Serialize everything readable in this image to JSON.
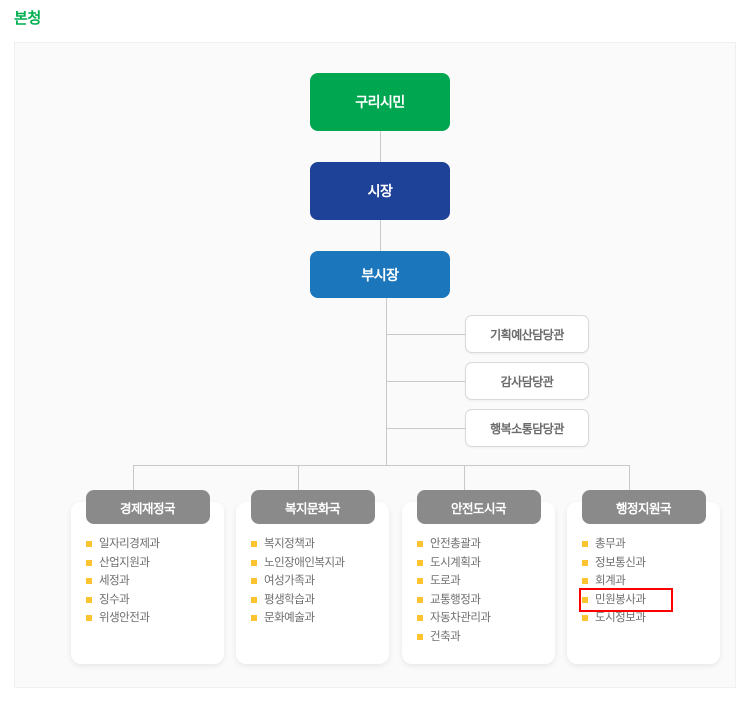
{
  "page": {
    "title": "본청",
    "title_color": "#00b050"
  },
  "colors": {
    "citizen": "#00a650",
    "mayor": "#1e4298",
    "vice_mayor": "#1b76bc",
    "bureau_header": "#8a8a8a",
    "bullet": "#fdc431",
    "highlight": "#ff0000",
    "panel_bg": "#fafafa",
    "connector": "#c9c9c9"
  },
  "hierarchy": {
    "citizen": "구리시민",
    "mayor": "시장",
    "vice_mayor": "부시장"
  },
  "staff_offices": [
    {
      "label": "기획예산담당관"
    },
    {
      "label": "감사담당관"
    },
    {
      "label": "행복소통담당관"
    }
  ],
  "bureaus": [
    {
      "name": "경제재정국",
      "departments": [
        {
          "label": "일자리경제과",
          "highlighted": false
        },
        {
          "label": "산업지원과",
          "highlighted": false
        },
        {
          "label": "세정과",
          "highlighted": false
        },
        {
          "label": "징수과",
          "highlighted": false
        },
        {
          "label": "위생안전과",
          "highlighted": false
        }
      ]
    },
    {
      "name": "복지문화국",
      "departments": [
        {
          "label": "복지정책과",
          "highlighted": false
        },
        {
          "label": "노인장애인복지과",
          "highlighted": false
        },
        {
          "label": "여성가족과",
          "highlighted": false
        },
        {
          "label": "평생학습과",
          "highlighted": false
        },
        {
          "label": "문화예술과",
          "highlighted": false
        }
      ]
    },
    {
      "name": "안전도시국",
      "departments": [
        {
          "label": "안전총괄과",
          "highlighted": false
        },
        {
          "label": "도시계획과",
          "highlighted": false
        },
        {
          "label": "도로과",
          "highlighted": false
        },
        {
          "label": "교통행정과",
          "highlighted": false
        },
        {
          "label": "자동차관리과",
          "highlighted": false
        },
        {
          "label": "건축과",
          "highlighted": false
        }
      ]
    },
    {
      "name": "행정지원국",
      "departments": [
        {
          "label": "총무과",
          "highlighted": false
        },
        {
          "label": "정보통신과",
          "highlighted": false
        },
        {
          "label": "회계과",
          "highlighted": false
        },
        {
          "label": "민원봉사과",
          "highlighted": true
        },
        {
          "label": "도시정보과",
          "highlighted": false
        }
      ]
    }
  ]
}
